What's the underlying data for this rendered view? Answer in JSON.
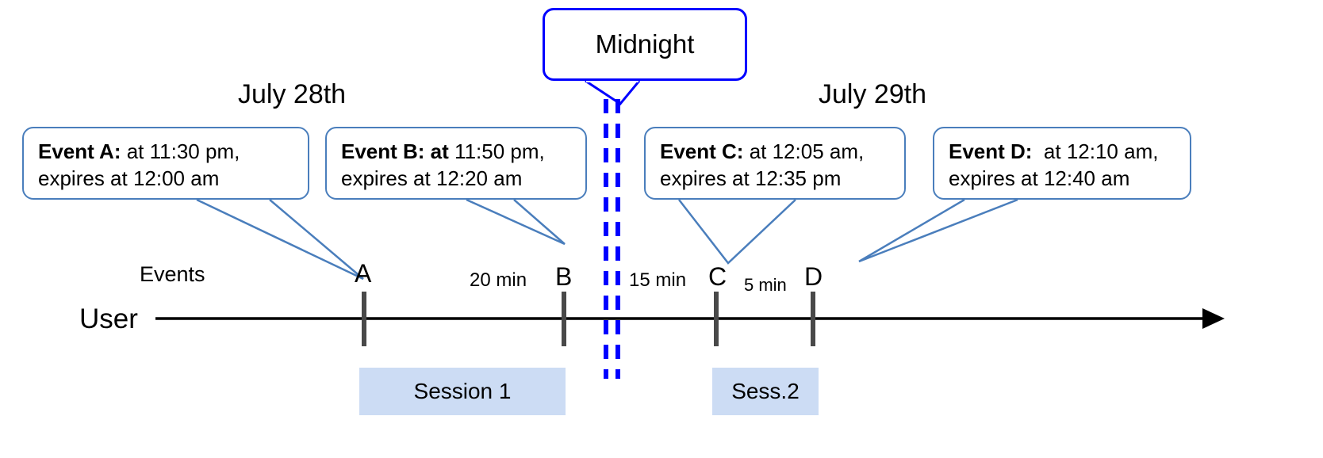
{
  "diagram": {
    "title_midnight": "Midnight",
    "dates": [
      {
        "label": "July 28th"
      },
      {
        "label": "July 29th"
      }
    ],
    "axis": {
      "events_label": "Events",
      "user_label": "User"
    },
    "callouts": [
      {
        "id": "event-a",
        "bold": "Event A:",
        "rest_line1": " at 11:30 pm,",
        "line2": "expires at 12:00 am"
      },
      {
        "id": "event-b",
        "bold": "Event B: at",
        "rest_line1": " 11:50 pm,",
        "line2": "expires at 12:20 am"
      },
      {
        "id": "event-c",
        "bold": "Event C:",
        "rest_line1": " at 12:05 am,",
        "line2": "expires at 12:35 pm"
      },
      {
        "id": "event-d",
        "bold": "Event D:",
        "rest_line1": "  at 12:10 am,",
        "line2": "expires at 12:40 am"
      }
    ],
    "markers": [
      {
        "letter": "A"
      },
      {
        "letter": "B"
      },
      {
        "letter": "C"
      },
      {
        "letter": "D"
      }
    ],
    "intervals": [
      {
        "label": "20 min"
      },
      {
        "label": "15 min"
      },
      {
        "label": "5 min"
      }
    ],
    "sessions": [
      {
        "label": "Session 1"
      },
      {
        "label": "Sess.2"
      }
    ],
    "colors": {
      "callout_border": "#4a7ebc",
      "midnight_blue": "#0000ff",
      "session_fill": "#ccdcf4",
      "marker_gray": "#494949",
      "axis_black": "#000000"
    }
  }
}
